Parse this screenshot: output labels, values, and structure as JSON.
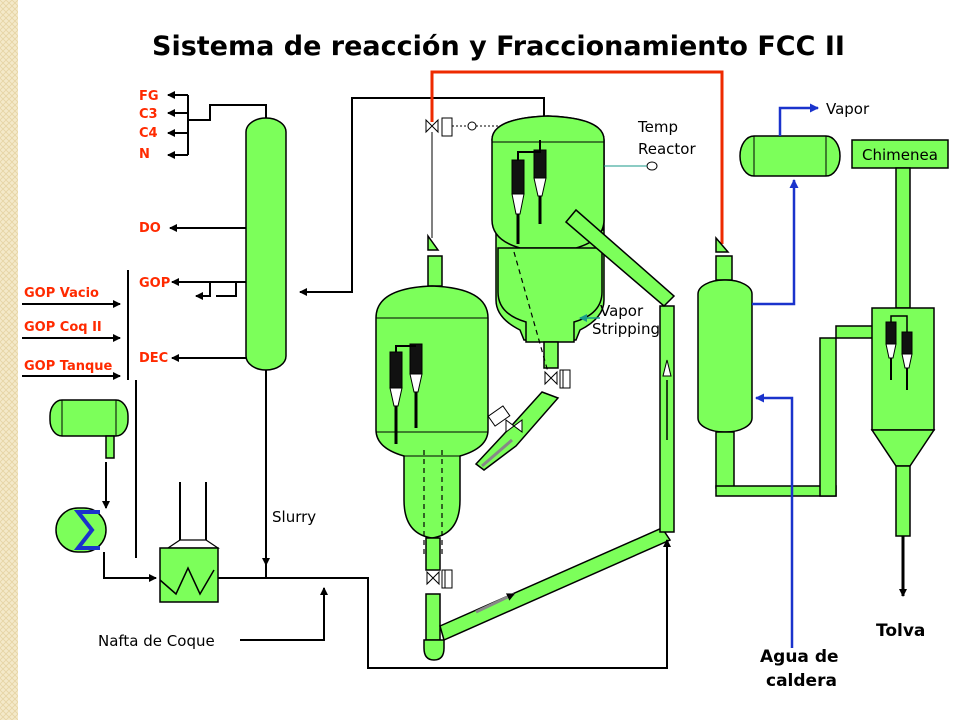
{
  "title": "Sistema de reacción y Fraccionamiento FCC II",
  "column_products": [
    "FG",
    "C3",
    "C4",
    "N"
  ],
  "side_draws": {
    "do": "DO",
    "gop": "GOP",
    "dec": "DEC"
  },
  "feeds": [
    "GOP Vacio",
    "GOP Coq II",
    "GOP Tanque"
  ],
  "labels": {
    "slurry": "Slurry",
    "nafta_coque": "Nafta de Coque",
    "temp_reactor_1": "Temp",
    "temp_reactor_2": "Reactor",
    "vapor_stripping_1": "Vapor",
    "vapor_stripping_2": "Stripping",
    "vapor": "Vapor",
    "chimenea": "Chimenea",
    "tolva": "Tolva",
    "agua_caldera_1": "Agua de",
    "agua_caldera_2": "caldera"
  },
  "colors": {
    "equipment": "#7cff5a",
    "hot_line": "#ee2a00",
    "water_line": "#1a33cc",
    "border": "#f3e7c6"
  }
}
